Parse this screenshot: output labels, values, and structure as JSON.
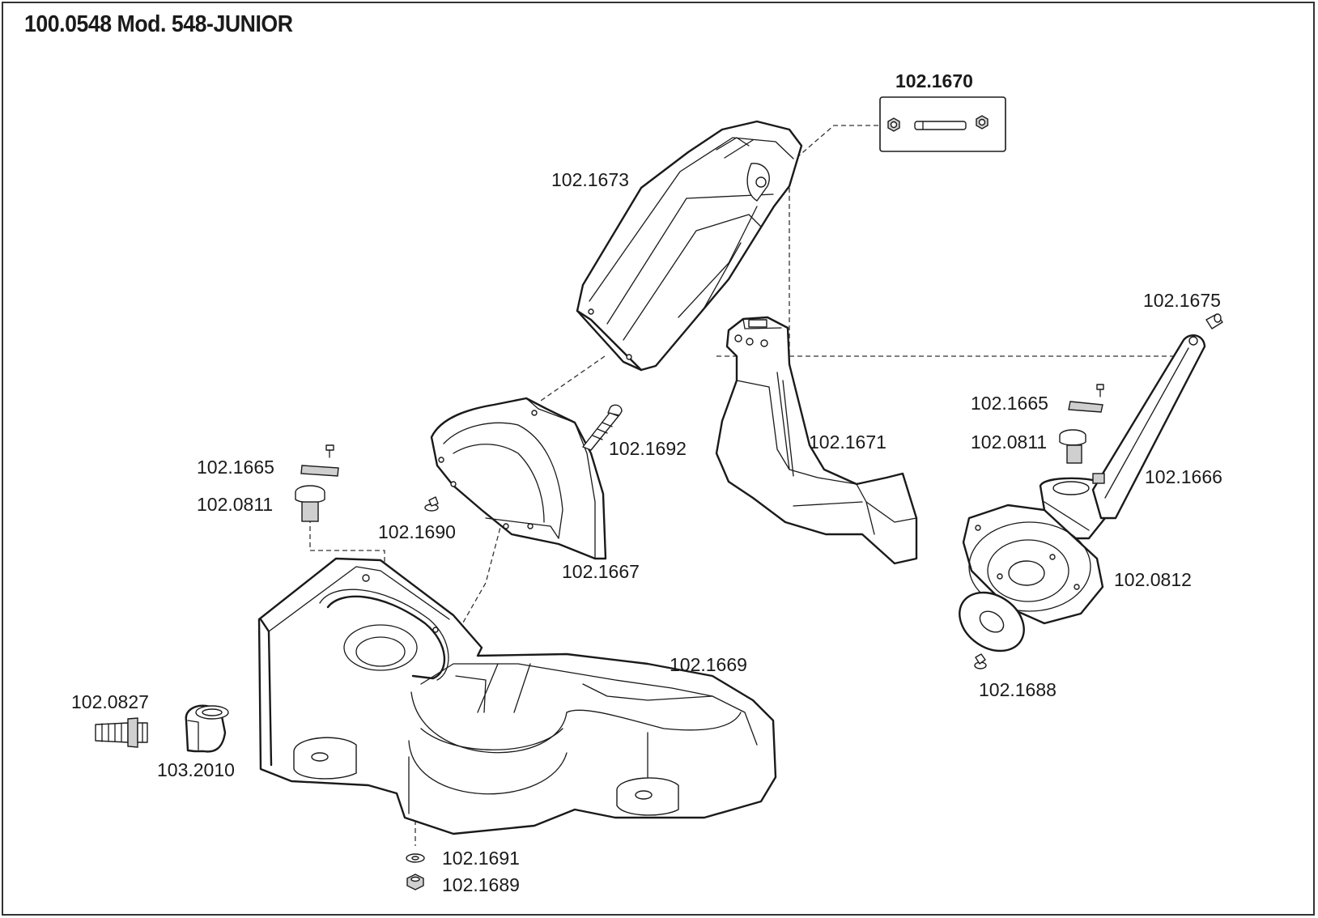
{
  "title": "100.0548 Mod. 548-JUNIOR",
  "parts": {
    "p1670": "102.1670",
    "p1673": "102.1673",
    "p1675": "102.1675",
    "p1665_right": "102.1665",
    "p0811_right": "102.0811",
    "p1666": "102.1666",
    "p1671": "102.1671",
    "p1692": "102.1692",
    "p1665_left": "102.1665",
    "p0811_left": "102.0811",
    "p1690": "102.1690",
    "p1667": "102.1667",
    "p0812": "102.0812",
    "p1669": "102.1669",
    "p0827": "102.0827",
    "p2010": "103.2010",
    "p1688": "102.1688",
    "p1691": "102.1691",
    "p1689": "102.1689"
  }
}
